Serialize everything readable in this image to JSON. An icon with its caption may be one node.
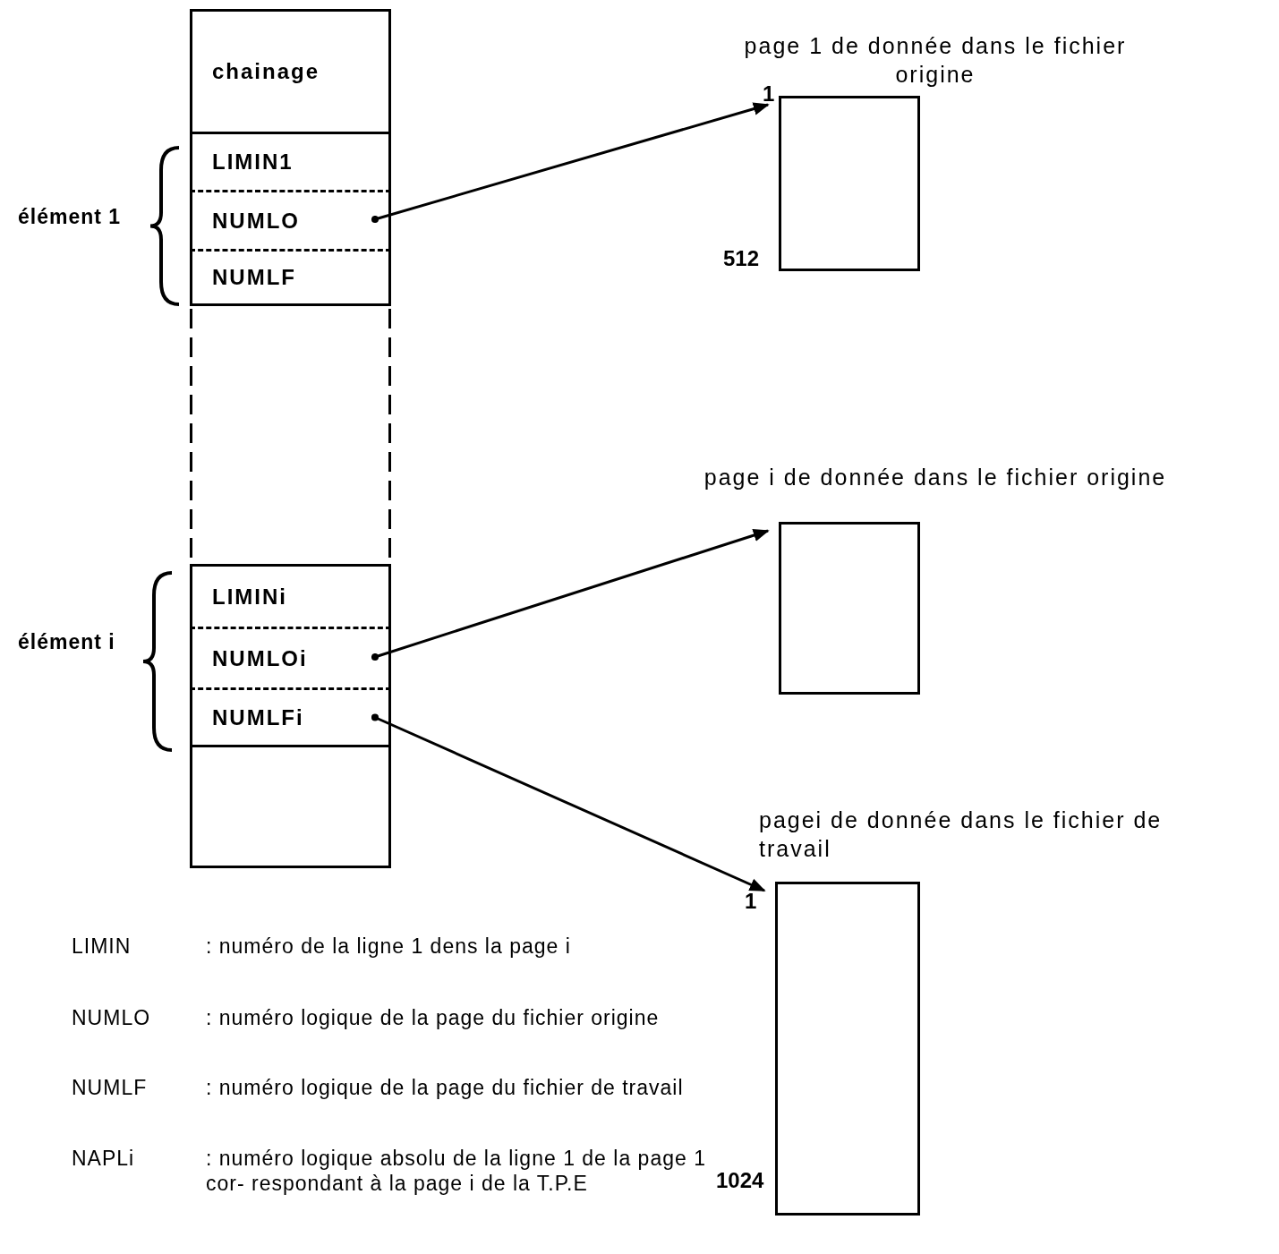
{
  "diagram": {
    "nodes": [
      {
        "text": [
          "chainage"
        ]
      },
      {
        "text": [
          "LIMIN1"
        ]
      },
      {
        "text": [
          "NUMLO"
        ]
      },
      {
        "text": [
          "NUMLF"
        ]
      },
      {
        "text": [
          "LIMINi"
        ]
      },
      {
        "text": [
          "NUMLOi"
        ]
      },
      {
        "text": [
          "NUMLFi"
        ]
      },
      {
        "text": [],
        "shape": "box"
      },
      {
        "text": [
          "page 1 de donnée dans le fichier origine"
        ],
        "beside": [
          "1",
          "512"
        ]
      },
      {
        "text": [
          "page i de donnée dans le fichier origine"
        ]
      },
      {
        "text": [
          "pagei de donnée dans le fichier de travail"
        ],
        "beside": [
          "1",
          "1024"
        ]
      }
    ],
    "edges": [
      {
        "from": 2,
        "to": 8,
        "arrow": "to"
      },
      {
        "from": 5,
        "to": 9,
        "arrow": "to"
      },
      {
        "from": 6,
        "to": 10,
        "arrow": "to"
      }
    ],
    "labels": [
      "élément 1",
      "élément i",
      "LIMIN",
      ": numéro de la ligne 1 dens la page i",
      "NUMLO",
      ": numéro logique de la page du fichier origine",
      "NUMLF",
      ": numéro logique de la page du fichier de travail",
      "NAPLi",
      ": numéro logique absolu de la ligne 1 de la page 1 cor- respondant à la page i de la T.P.E"
    ]
  }
}
